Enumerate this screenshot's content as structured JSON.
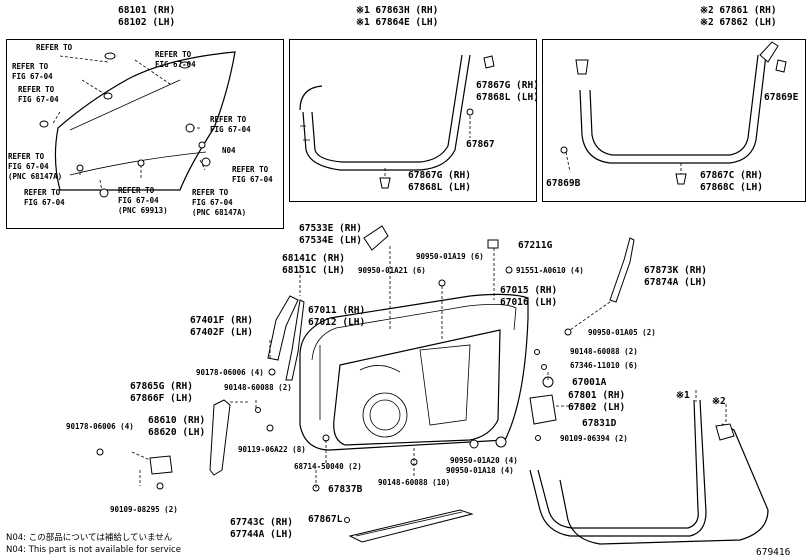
{
  "diagram_id": "679416",
  "top_left": {
    "rh": "68101 (RH)",
    "lh": "68102 (LH)",
    "refer": "REFER TO",
    "fig": "FIG 67-04",
    "pnc_a": "(PNC 68147A)",
    "pnc_b": "(PNC 69913)",
    "n04": "N04"
  },
  "top_mid": {
    "h1": "※1 67863H (RH)",
    "h2": "※1 67864E (LH)",
    "g_rh": "67867G (RH)",
    "l_lh": "67868L (LH)",
    "p67867": "67867",
    "g2_rh": "67867G (RH)",
    "l2_lh": "67868L (LH)"
  },
  "top_right": {
    "h1": "※2 67861 (RH)",
    "h2": "※2 67862 (LH)",
    "e": "67869E",
    "b": "67869B",
    "c_rh": "67867C (RH)",
    "c_lh": "67868C (LH)"
  },
  "main": {
    "p67533": "67533E (RH)",
    "p67534": "67534E (LH)",
    "b9095_01a21": "90950-01A21 (6)",
    "b9095_01a19": "90950-01A19 (6)",
    "p67211": "67211G",
    "p91551": "91551-A0610 (4)",
    "p67873": "67873K (RH)",
    "p67874": "67874A (LH)",
    "p68141": "68141C (RH)",
    "p68151": "68151C (LH)",
    "p67011": "67011 (RH)",
    "p67012": "67012 (LH)",
    "p67015": "67015 (RH)",
    "p67016": "67016 (LH)",
    "p67401": "67401F (RH)",
    "p67402": "67402F (LH)",
    "b9095_01a05": "90950-01A05 (2)",
    "b90148_2a": "90148-60088 (2)",
    "b67346": "67346-11010 (6)",
    "b90178_4a": "90178-06006 (4)",
    "b90148_2b": "90148-60088 (2)",
    "p67001": "67001A",
    "p67801": "67801 (RH)",
    "p67802": "67802 (LH)",
    "p67865": "67865G (RH)",
    "p67866": "67866F (LH)",
    "p67831": "67831D",
    "b90178_4b": "90178-06006 (4)",
    "p68610": "68610 (RH)",
    "p68620": "68620 (LH)",
    "b90119": "90119-06A22 (8)",
    "b90109_2": "90109-06394 (2)",
    "b90950_01a20": "90950-01A20 (4)",
    "b68714": "68714-50040 (2)",
    "b90950_01a18": "90950-01A18 (4)",
    "b90148_10": "90148-60088 (10)",
    "b90109_08295": "90109-08295 (2)",
    "p67837": "67837B",
    "p67743": "67743C (RH)",
    "p67744": "67744A (LH)",
    "p67867l": "67867L",
    "mark1": "※1",
    "mark2": "※2"
  },
  "notes": {
    "jp": "N04: この部品については補給していません",
    "en": "N04: This part is not available for service"
  }
}
